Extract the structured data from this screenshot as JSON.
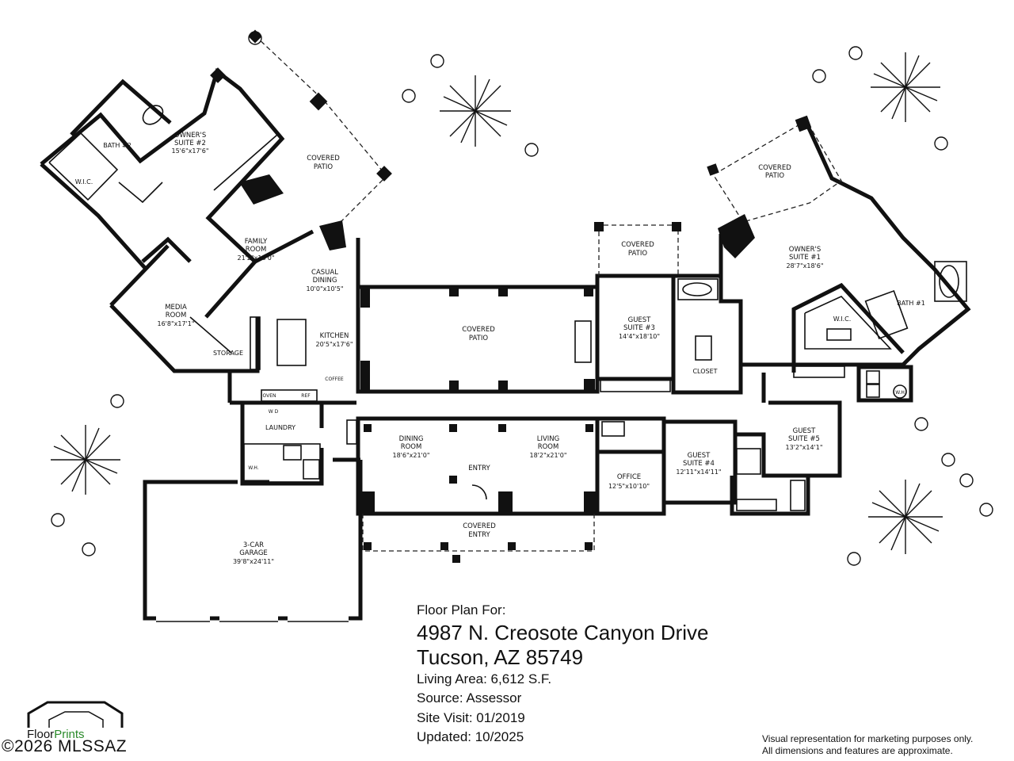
{
  "rooms": {
    "owners_suite_2": {
      "name_line1": "OWNER'S",
      "name_line2": "SUITE #2",
      "size": "15'6\"x17'6\""
    },
    "bath_2": "BATH #2",
    "wic_left": "W.I.C.",
    "covered_patio_nw": {
      "line1": "COVERED",
      "line2": "PATIO"
    },
    "family_room": {
      "name_line1": "FAMILY",
      "name_line2": "ROOM",
      "size": "21'2\"x18'0\""
    },
    "casual_dining": {
      "name_line1": "CASUAL",
      "name_line2": "DINING",
      "size": "10'0\"x10'5\""
    },
    "media_room": {
      "name_line1": "MEDIA",
      "name_line2": "ROOM",
      "size": "16'8\"x17'1\""
    },
    "storage": "STORAGE",
    "kitchen": {
      "name": "KITCHEN",
      "size": "20'5\"x17'6\""
    },
    "coffee": "COFFEE",
    "oven": "OVEN",
    "ref": "REF",
    "laundry": "LAUNDRY",
    "wd": "W D",
    "wh_left": "W.H.",
    "garage": {
      "name_line1": "3-CAR",
      "name_line2": "GARAGE",
      "size": "39'8\"x24'11\""
    },
    "covered_patio_center": {
      "line1": "COVERED",
      "line2": "PATIO"
    },
    "dining_room": {
      "name_line1": "DINING",
      "name_line2": "ROOM",
      "size": "18'6\"x21'0\""
    },
    "living_room": {
      "name_line1": "LIVING",
      "name_line2": "ROOM",
      "size": "18'2\"x21'0\""
    },
    "entry": "ENTRY",
    "covered_entry": {
      "line1": "COVERED",
      "line2": "ENTRY"
    },
    "covered_patio_guest3": {
      "line1": "COVERED",
      "line2": "PATIO"
    },
    "guest_suite_3": {
      "name_line1": "GUEST",
      "name_line2": "SUITE #3",
      "size": "14'4\"x18'10\""
    },
    "closet": "CLOSET",
    "office": {
      "name": "OFFICE",
      "size": "12'5\"x10'10\""
    },
    "guest_suite_4": {
      "name_line1": "GUEST",
      "name_line2": "SUITE #4",
      "size": "12'11\"x14'11\""
    },
    "covered_patio_ne": {
      "line1": "COVERED",
      "line2": "PATIO"
    },
    "owners_suite_1": {
      "name_line1": "OWNER'S",
      "name_line2": "SUITE #1",
      "size": "28'7\"x18'6\""
    },
    "wic_right": "W.I.C.",
    "bath_1": "BATH #1",
    "wh_right": "W.H.",
    "guest_suite_5": {
      "name_line1": "GUEST",
      "name_line2": "SUITE #5",
      "size": "13'2\"x14'1\""
    }
  },
  "info": {
    "heading": "Floor Plan For:",
    "address_line1": "4987 N. Creosote Canyon Drive",
    "address_line2": "Tucson, AZ  85749",
    "living_area": "Living Area:  6,612 S.F.",
    "source": "Source:  Assessor",
    "site_visit": "Site Visit:  01/2019",
    "updated": "Updated:  10/2025"
  },
  "disclaimer": {
    "line1": "Visual representation for marketing purposes only.",
    "line2": "All dimensions and features are approximate."
  },
  "logo": {
    "brand_part1": "Floor",
    "brand_part2": "Prints",
    "watermark": "©2026 MLSSAZ"
  },
  "colors": {
    "walls": "#111111",
    "background": "#ffffff",
    "logo_accent": "#2a8a2a"
  }
}
